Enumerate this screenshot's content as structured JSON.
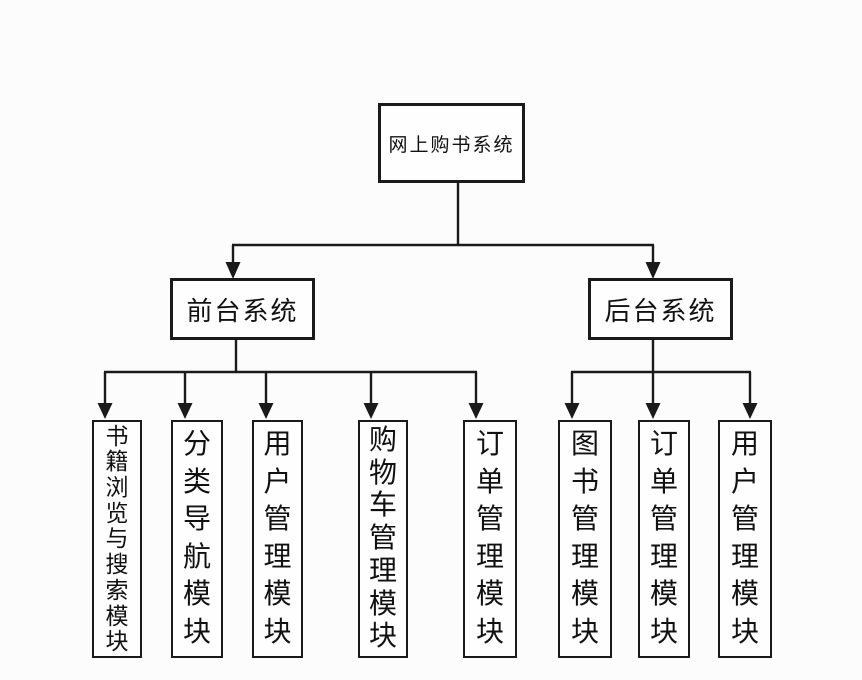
{
  "diagram": {
    "root": {
      "label": "网上购书系统"
    },
    "branches": [
      {
        "label": "前台系统",
        "children": [
          {
            "label": "书籍浏览与搜索模块"
          },
          {
            "label": "分类导航模块"
          },
          {
            "label": "用户管理模块"
          },
          {
            "label": "购物车管理模块"
          },
          {
            "label": "订单管理模块"
          }
        ]
      },
      {
        "label": "后台系统",
        "children": [
          {
            "label": "图书管理模块"
          },
          {
            "label": "订单管理模块"
          },
          {
            "label": "用户管理模块"
          }
        ]
      }
    ],
    "colors": {
      "line": "#1a1a1a",
      "text": "#111111",
      "background": "#fcfcfc",
      "node_background": "#fefefe"
    }
  }
}
